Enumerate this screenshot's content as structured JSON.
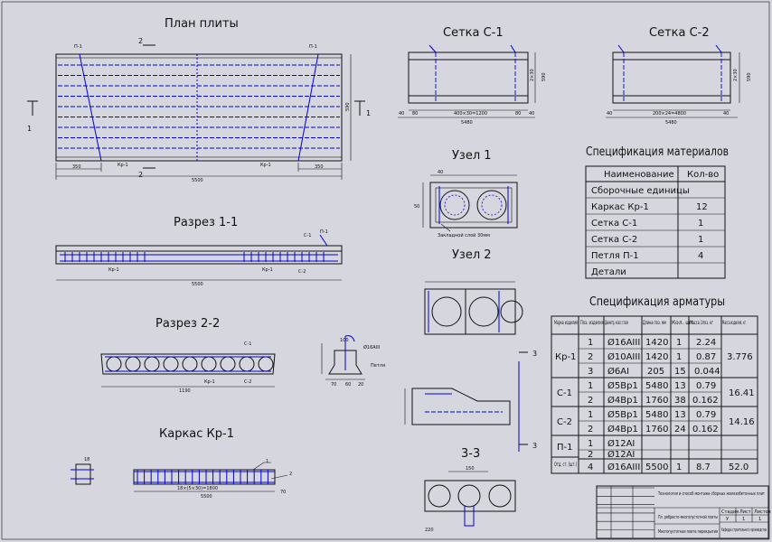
{
  "titles": {
    "plan": "План плиты",
    "mesh1": "Сетка С-1",
    "mesh2": "Сетка С-2",
    "node1": "Узел 1",
    "node2": "Узел 2",
    "sec11": "Разрез 1-1",
    "sec22": "Разрез 2-2",
    "frame": "Каркас Кр-1",
    "sec33": "3-3",
    "spec_materials": "Спецификация материалов",
    "spec_rebar": "Спецификация арматуры"
  },
  "section_marks": {
    "one": "1",
    "two": "2",
    "three": "3"
  },
  "tags": {
    "p1": "П-1",
    "kr1": "Кр-1",
    "c1": "С-1",
    "c2": "С-2"
  },
  "plan_dims": {
    "left": "350",
    "right": "350",
    "total": "5500",
    "height": "590",
    "n1": "Кр-1",
    "n2": "Кр-1"
  },
  "mesh_dims": {
    "m1_a": "40",
    "m1_b": "80",
    "m1_mid": "400×30=1200",
    "m1_c": "80",
    "m1_d": "40",
    "m1_total": "5480",
    "m1_side": "2×30",
    "m1_h": "590",
    "m2_a": "40",
    "m2_mid": "200×24=4800",
    "m2_b": "40",
    "m2_total": "5480",
    "m2_side": "2×30",
    "m2_h": "590"
  },
  "sec11_dims": {
    "total": "5500"
  },
  "sec22_dims": {
    "total": "1190"
  },
  "node1_dims": {
    "a": "40",
    "b": "50",
    "weld": "Закладной слой 30мм"
  },
  "node_detail": {
    "a": "100",
    "b": "Ø16АIII",
    "c": "Петля",
    "d": "70",
    "e": "60",
    "f": "20"
  },
  "frame_dims": {
    "a": "18",
    "mid": "18×(5×30)=1800",
    "total": "5500",
    "b": "70",
    "c": "1",
    "d": "2"
  },
  "sec33_dims": {
    "a": "150",
    "b": "220"
  },
  "spec_materials": {
    "headers": [
      "Наименование",
      "Кол-во"
    ],
    "rows": [
      [
        "Сборочные единицы",
        ""
      ],
      [
        "Каркас Кр-1",
        "12"
      ],
      [
        "Сетка С-1",
        "1"
      ],
      [
        "Сетка С-2",
        "1"
      ],
      [
        "Петля П-1",
        "4"
      ],
      [
        "Детали",
        ""
      ]
    ]
  },
  "spec_rebar": {
    "headers": [
      "Марка изделия",
      "Поз. изделия",
      "Диаметр, класс стали",
      "Длина поз. мм",
      "Кол. шт.",
      "Масса 1поз. кг",
      "Масса изделия, кг"
    ],
    "groups": [
      {
        "mark": "Кр-1",
        "total": "3.776",
        "rows": [
          [
            "1",
            "Ø16АIII",
            "1420",
            "1",
            "2.24"
          ],
          [
            "2",
            "Ø10АIII",
            "1420",
            "1",
            "0.87"
          ],
          [
            "3",
            "Ø6АI",
            "205",
            "15",
            "0.044"
          ]
        ]
      },
      {
        "mark": "С-1",
        "total": "16.41",
        "rows": [
          [
            "1",
            "Ø5Вр1",
            "5480",
            "13",
            "0.79"
          ],
          [
            "2",
            "Ø4Вр1",
            "1760",
            "38",
            "0.162"
          ]
        ]
      },
      {
        "mark": "С-2",
        "total": "14.16",
        "rows": [
          [
            "1",
            "Ø5Вр1",
            "5480",
            "13",
            "0.79"
          ],
          [
            "2",
            "Ø4Вр1",
            "1760",
            "24",
            "0.162"
          ]
        ]
      },
      {
        "mark": "П-1",
        "total": "",
        "rows": [
          [
            "1",
            "Ø12АI",
            "",
            "",
            ""
          ],
          [
            "2",
            "Ø12АI",
            "",
            "",
            ""
          ]
        ]
      },
      {
        "mark": "Отд. ст. (шт.)",
        "total": "52.0",
        "rows": [
          [
            "4",
            "Ø16АIII",
            "5500",
            "1",
            "8.7"
          ]
        ]
      }
    ]
  },
  "stamp": {
    "line1": "Технология и способ монтажа сборных железобетонных плит",
    "line2": "Пл. ребристо-многопустотной плиты",
    "line3": "Многопустотная плита перекрытия",
    "sheet_hdr": [
      "Стадия",
      "Лист",
      "Листов"
    ],
    "sheet_vals": [
      "У",
      "1",
      "1"
    ],
    "org": "Кафедра строительного производства"
  }
}
